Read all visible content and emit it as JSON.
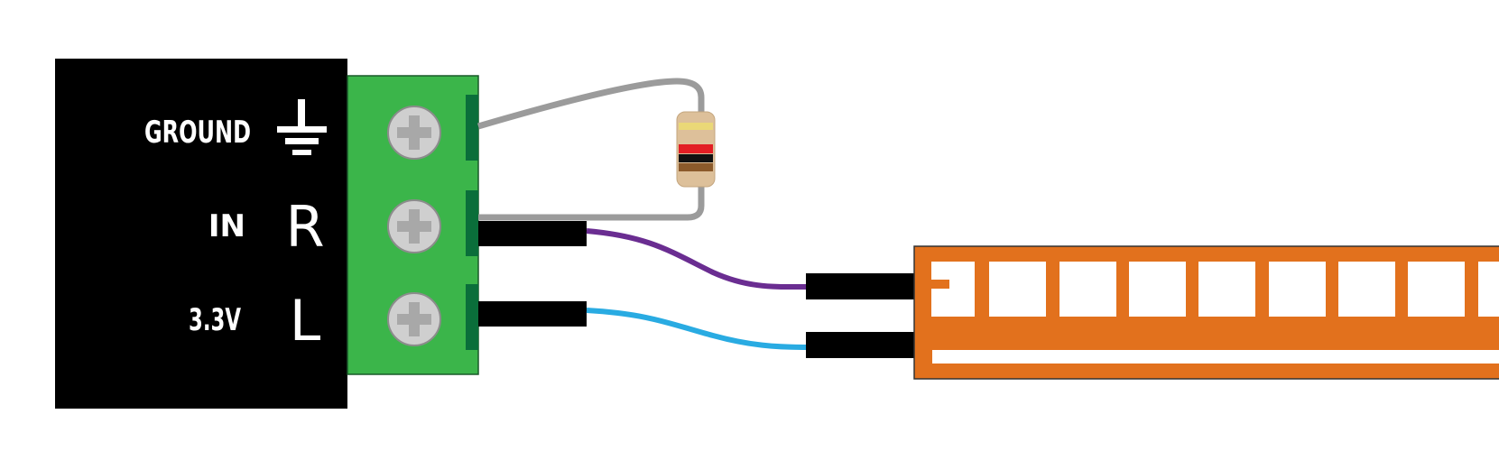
{
  "labels": {
    "ground": "GROUND",
    "in": "IN",
    "v33": "3.3V",
    "r": "R",
    "l": "L"
  },
  "icons": {
    "ground_symbol": "ground-symbol-icon",
    "screw": "screw-icon"
  },
  "colors": {
    "module_body": "#000000",
    "terminal_block": "#3bb54a",
    "terminal_tab": "#0a6e3a",
    "screw_head": "#cfcfcf",
    "resistor_body": "#ddc09a",
    "resistor_bands": [
      "#ead877",
      "#e31e24",
      "#111111",
      "#8b5a2b"
    ],
    "wire_gray": "#9b9b9b",
    "wire_purple": "#6a2d91",
    "wire_blue": "#29abe2",
    "led_strip": "#e2711d",
    "led_cutout": "#ffffff"
  }
}
